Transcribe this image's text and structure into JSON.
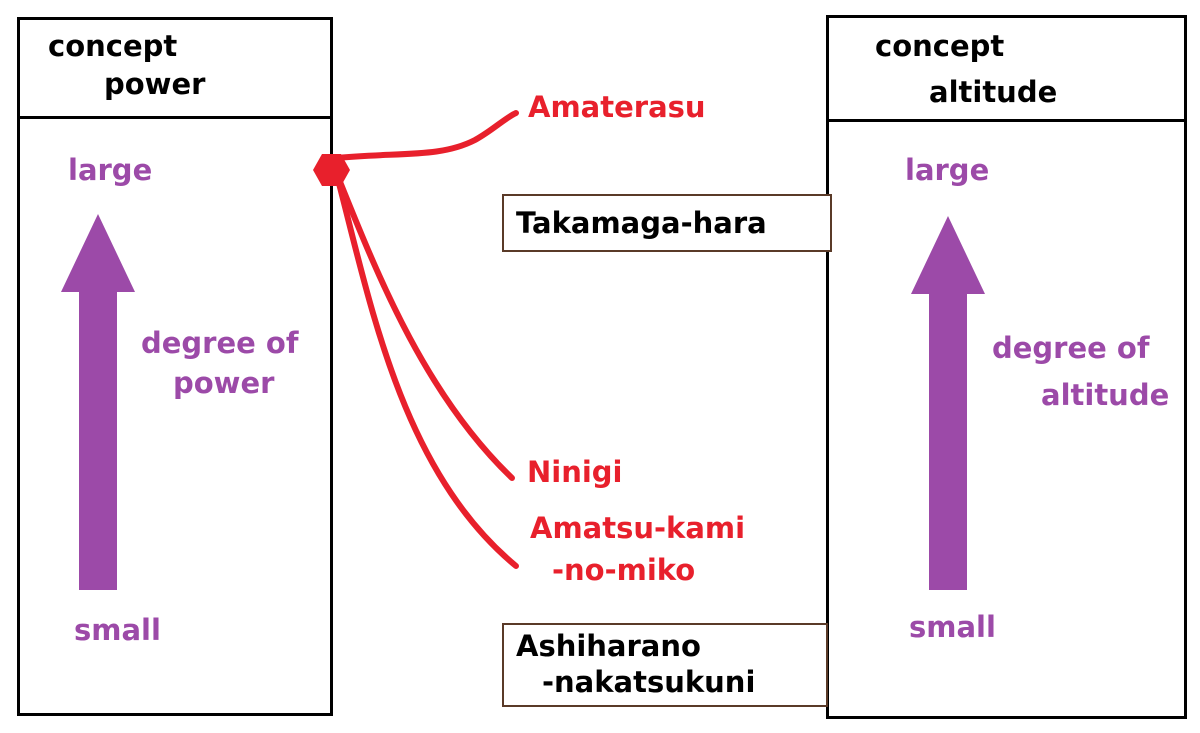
{
  "left_panel": {
    "header_line1": "concept",
    "header_line2": "power",
    "top_label": "large",
    "bottom_label": "small",
    "axis_line1": "degree of",
    "axis_line2": "power"
  },
  "right_panel": {
    "header_line1": "concept",
    "header_line2": "altitude",
    "top_label": "large",
    "bottom_label": "small",
    "axis_line1": "degree of",
    "axis_line2": "altitude"
  },
  "deities": {
    "amaterasu": "Amaterasu",
    "ninigi": "Ninigi",
    "amatsu_line1": "Amatsu-kami",
    "amatsu_line2": "-no-miko"
  },
  "places": {
    "takamagahara": "Takamaga-hara",
    "ashihara_line1": "Ashiharano",
    "ashihara_line2": "-nakatsukuni"
  },
  "colors": {
    "axis_purple": "#9c4aa8",
    "link_red": "#e8202c",
    "place_border": "#5a3a28"
  }
}
